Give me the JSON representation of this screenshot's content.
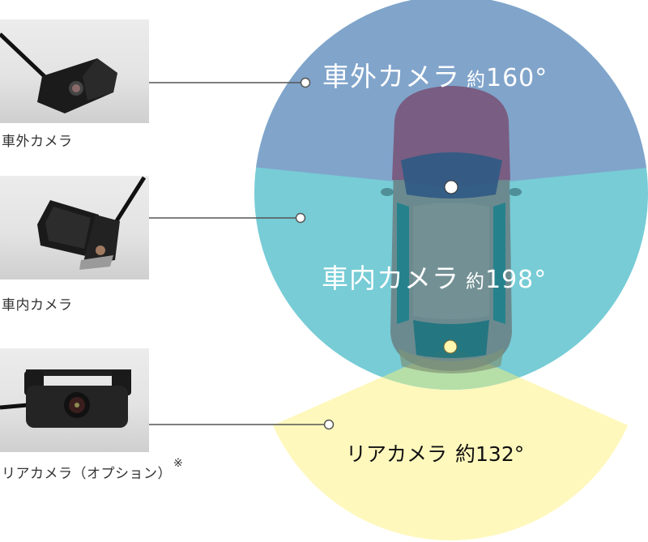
{
  "cameras": [
    {
      "id": "front",
      "photo_label": "車外カメラ",
      "zone_name": "車外カメラ",
      "approx_prefix": "約",
      "angle_value": "160°",
      "angle_deg": 160,
      "color": "#81a4cb"
    },
    {
      "id": "interior",
      "photo_label": "車内カメラ",
      "zone_name": "車内カメラ",
      "approx_prefix": "約",
      "angle_value": "198°",
      "angle_deg": 198,
      "color": "#77ccd6"
    },
    {
      "id": "rear",
      "photo_label": "リアカメラ（オプション）",
      "photo_label_note": "※",
      "zone_name": "リアカメラ",
      "approx_prefix": "約",
      "angle_value": "132°",
      "angle_deg": 132,
      "color": "#fff8bd"
    }
  ],
  "colors": {
    "car_front_body": "#7a577c",
    "car_windshield": "#2f557f",
    "car_cabin": "#6b8589",
    "leader_line": "#555555",
    "rear_label_text": "#111111",
    "overlap_green": "#b6dfa8"
  }
}
